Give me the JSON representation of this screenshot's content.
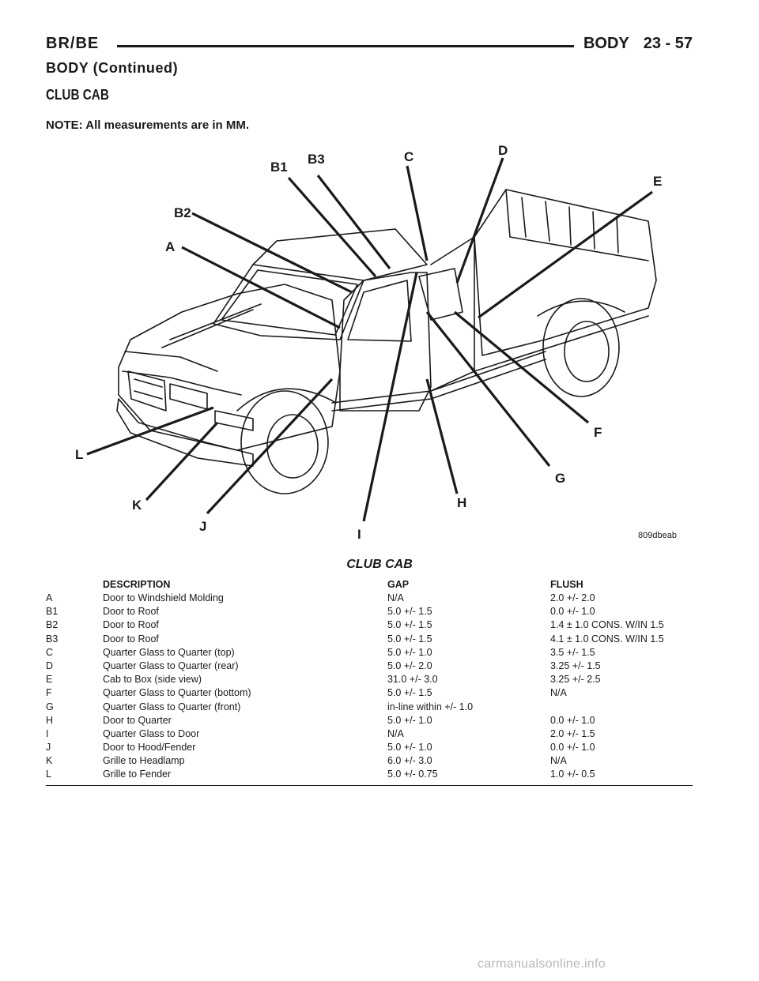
{
  "header": {
    "left": "BR/BE",
    "section": "BODY",
    "page": "23 - 57"
  },
  "section_title": "BODY (Continued)",
  "subsection_title": "CLUB CAB",
  "note": "NOTE: All measurements are in MM.",
  "figure": {
    "labels": {
      "A": "A",
      "B1": "B1",
      "B2": "B2",
      "B3": "B3",
      "C": "C",
      "D": "D",
      "E": "E",
      "F": "F",
      "G": "G",
      "H": "H",
      "I": "I",
      "J": "J",
      "K": "K",
      "L": "L"
    },
    "figure_id": "809dbeab"
  },
  "caption": "CLUB CAB",
  "table": {
    "headers": {
      "letter": "",
      "description": "DESCRIPTION",
      "gap": "GAP",
      "flush": "FLUSH"
    },
    "rows": [
      {
        "letter": "A",
        "description": "Door to Windshield Molding",
        "gap": "N/A",
        "flush": "2.0 +/- 2.0"
      },
      {
        "letter": "B1",
        "description": "Door to Roof",
        "gap": "5.0 +/- 1.5",
        "flush": "0.0 +/- 1.0"
      },
      {
        "letter": "B2",
        "description": "Door to Roof",
        "gap": "5.0 +/- 1.5",
        "flush": "1.4 ± 1.0 CONS. W/IN 1.5"
      },
      {
        "letter": "B3",
        "description": "Door to Roof",
        "gap": "5.0 +/- 1.5",
        "flush": "4.1 ± 1.0 CONS. W/IN 1.5"
      },
      {
        "letter": "C",
        "description": "Quarter Glass to Quarter (top)",
        "gap": "5.0 +/- 1.0",
        "flush": "3.5 +/- 1.5"
      },
      {
        "letter": "D",
        "description": "Quarter Glass to Quarter (rear)",
        "gap": "5.0 +/- 2.0",
        "flush": "3.25 +/- 1.5"
      },
      {
        "letter": "E",
        "description": "Cab to Box (side view)",
        "gap": "31.0 +/- 3.0",
        "flush": "3.25 +/- 2.5"
      },
      {
        "letter": "F",
        "description": "Quarter Glass to Quarter (bottom)",
        "gap": "5.0 +/- 1.5",
        "flush": "N/A"
      },
      {
        "letter": "G",
        "description": "Quarter Glass to Quarter (front)",
        "gap": "in-line within +/- 1.0",
        "flush": ""
      },
      {
        "letter": "H",
        "description": "Door to Quarter",
        "gap": "5.0 +/- 1.0",
        "flush": "0.0 +/- 1.0"
      },
      {
        "letter": "I",
        "description": "Quarter Glass to Door",
        "gap": "N/A",
        "flush": "2.0 +/- 1.5"
      },
      {
        "letter": "J",
        "description": "Door to Hood/Fender",
        "gap": "5.0 +/- 1.0",
        "flush": "0.0 +/- 1.0"
      },
      {
        "letter": "K",
        "description": "Grille to Headlamp",
        "gap": "6.0 +/- 3.0",
        "flush": "N/A"
      },
      {
        "letter": "L",
        "description": "Grille to Fender",
        "gap": "5.0 +/- 0.75",
        "flush": "1.0 +/- 0.5"
      }
    ]
  },
  "watermark": "carmanualsonline.info"
}
